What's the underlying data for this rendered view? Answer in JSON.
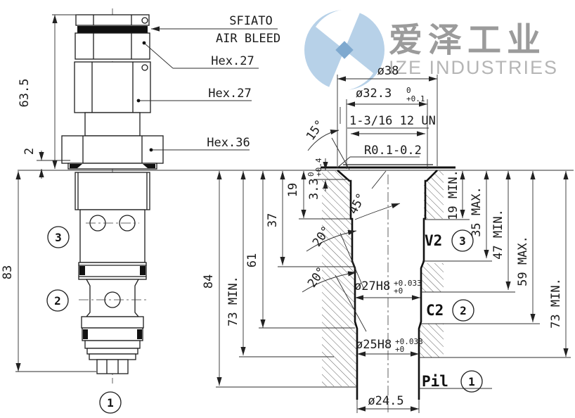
{
  "watermark": {
    "logo_cn": "爱泽工业",
    "logo_en": "IZE INDUSTRIES",
    "logo_color": "#b7d1e8",
    "logo_accent": "#7fa9cf"
  },
  "left_view": {
    "callouts": {
      "sfiato": "SFIATO",
      "air_bleed": "AIR BLEED",
      "hex27_upper": "Hex.27",
      "hex27_lower": "Hex.27",
      "hex36": "Hex.36"
    },
    "dimensions": {
      "overall_height": "63.5",
      "washer_thickness": "2",
      "insert_length": "83"
    },
    "port_balloons": {
      "port3": "3",
      "port2": "2",
      "port1": "1"
    }
  },
  "section_view": {
    "top_dimensions": {
      "outer_dia": "ø38",
      "counterbore_dia": "ø32.3",
      "counterbore_tol_upper": "0",
      "counterbore_tol_lower": "+0.1",
      "thread_spec": "1-3/16 12 UN",
      "edge_radius": "R0.1-0.2"
    },
    "angles": {
      "chamfer_15": "15°",
      "chamfer_45": "45°",
      "taper_20_upper": "20°",
      "taper_20_lower": "20°"
    },
    "left_dimensions": {
      "depth_84": "84",
      "depth_73min": "73 MIN.",
      "depth_61": "61",
      "depth_37": "37",
      "depth_19": "19",
      "spotface_depth": "3.3",
      "spotface_tol_upper": "0",
      "spotface_tol_lower": "+0.4"
    },
    "right_dimensions": {
      "d19min": "19 MIN.",
      "d35max": "35 MAX.",
      "d47min": "47 MIN.",
      "d59max": "59 MAX.",
      "d73min": "73 MIN."
    },
    "bore_dimensions": {
      "bore27": "ø27H8",
      "bore27_tol_upper": "+0.033",
      "bore27_tol_lower": "+0",
      "bore25": "ø25H8",
      "bore25_tol_upper": "+0.033",
      "bore25_tol_lower": "+0",
      "pilot_dia": "ø24.5"
    },
    "ports": {
      "v2": "V2",
      "c2": "C2",
      "pil": "Pil",
      "balloon3": "3",
      "balloon2": "2",
      "balloon1": "1"
    }
  }
}
